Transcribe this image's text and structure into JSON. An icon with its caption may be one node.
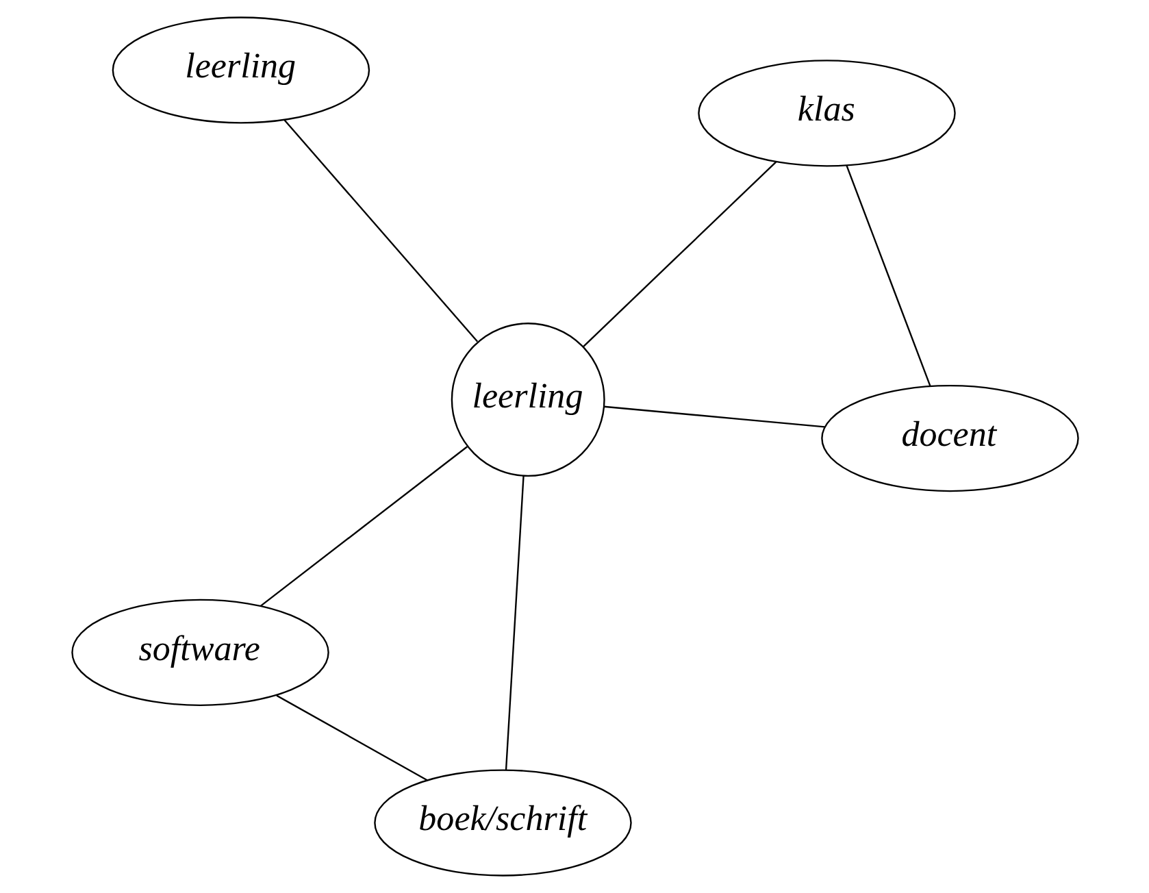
{
  "diagram": {
    "nodes": [
      {
        "text": [
          "software"
        ]
      },
      {
        "text": [
          "docent"
        ]
      },
      {
        "text": [
          "boek/schrift"
        ]
      },
      {
        "text": [
          "leerling"
        ]
      },
      {
        "text": [
          "klas"
        ]
      },
      {
        "text": [
          "leerling"
        ]
      }
    ],
    "edges": [
      {
        "from": 3,
        "to": 0,
        "arrow": "none"
      },
      {
        "from": 0,
        "to": 2,
        "arrow": "none"
      },
      {
        "from": 3,
        "to": 1,
        "arrow": "none"
      },
      {
        "from": 3,
        "to": 2,
        "arrow": "none"
      },
      {
        "from": 1,
        "to": 4,
        "arrow": "none"
      },
      {
        "from": 3,
        "to": 4,
        "arrow": "none"
      },
      {
        "from": 3,
        "to": 5,
        "arrow": "none"
      }
    ]
  }
}
